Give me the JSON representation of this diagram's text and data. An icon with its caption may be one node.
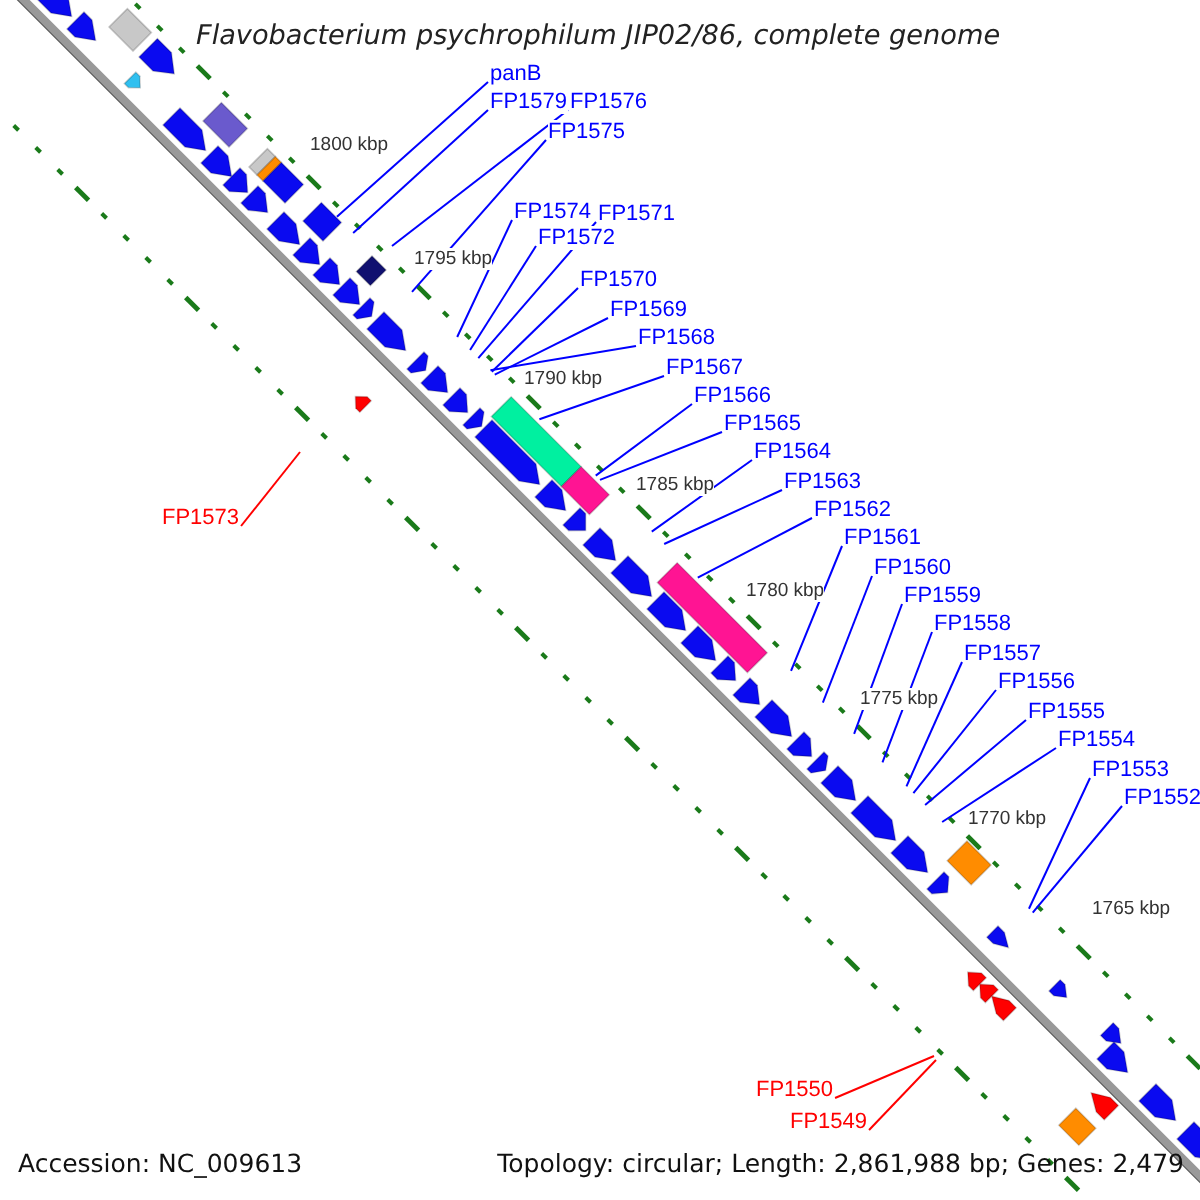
{
  "diagram": {
    "title": "Flavobacterium psychrophilum JIP02/86, complete genome",
    "nodes": [
      {
        "text": [
          "panB"
        ]
      },
      {
        "text": [
          "FP1579"
        ]
      },
      {
        "text": [
          "FP1576"
        ]
      },
      {
        "text": [
          "FP1575"
        ]
      },
      {
        "text": [
          "FP1574"
        ]
      },
      {
        "text": [
          "FP1571"
        ]
      },
      {
        "text": [
          "FP1572"
        ]
      },
      {
        "text": [
          "FP1570"
        ]
      },
      {
        "text": [
          "FP1569"
        ]
      },
      {
        "text": [
          "FP1568"
        ]
      },
      {
        "text": [
          "FP1567"
        ]
      },
      {
        "text": [
          "FP1566"
        ]
      },
      {
        "text": [
          "FP1565"
        ]
      },
      {
        "text": [
          "FP1564"
        ]
      },
      {
        "text": [
          "FP1563"
        ]
      },
      {
        "text": [
          "FP1562"
        ]
      },
      {
        "text": [
          "FP1573"
        ]
      },
      {
        "text": [
          "FP1561"
        ]
      },
      {
        "text": [
          "FP1560"
        ]
      },
      {
        "text": [
          "FP1559"
        ]
      },
      {
        "text": [
          "FP1558"
        ]
      },
      {
        "text": [
          "FP1557"
        ]
      },
      {
        "text": [
          "FP1556"
        ]
      },
      {
        "text": [
          "FP1555"
        ]
      },
      {
        "text": [
          "FP1554"
        ]
      },
      {
        "text": [
          "FP1553"
        ]
      },
      {
        "text": [
          "FP1552"
        ]
      },
      {
        "text": [
          "FP1550"
        ]
      },
      {
        "text": [
          "FP1549"
        ]
      }
    ],
    "edges": [
      {
        "from": 0,
        "to": null,
        "arrow": "none"
      },
      {
        "from": 1,
        "to": null,
        "arrow": "none"
      },
      {
        "from": 2,
        "to": null,
        "arrow": "none"
      },
      {
        "from": 3,
        "to": null,
        "arrow": "none"
      },
      {
        "from": 4,
        "to": null,
        "arrow": "none"
      },
      {
        "from": 5,
        "to": null,
        "arrow": "none"
      },
      {
        "from": 6,
        "to": null,
        "arrow": "none"
      },
      {
        "from": 7,
        "to": null,
        "arrow": "none"
      },
      {
        "from": 8,
        "to": null,
        "arrow": "none"
      },
      {
        "from": 9,
        "to": null,
        "arrow": "none"
      },
      {
        "from": 10,
        "to": null,
        "arrow": "none"
      },
      {
        "from": 11,
        "to": null,
        "arrow": "none"
      },
      {
        "from": 12,
        "to": null,
        "arrow": "none"
      },
      {
        "from": 13,
        "to": null,
        "arrow": "none"
      },
      {
        "from": 14,
        "to": null,
        "arrow": "none"
      },
      {
        "from": 15,
        "to": null,
        "arrow": "none"
      },
      {
        "from": 16,
        "to": null,
        "arrow": "none",
        "color": "#ff0000"
      },
      {
        "from": 17,
        "to": null,
        "arrow": "none"
      },
      {
        "from": 18,
        "to": null,
        "arrow": "none"
      },
      {
        "from": 19,
        "to": null,
        "arrow": "none"
      },
      {
        "from": 20,
        "to": null,
        "arrow": "none"
      },
      {
        "from": 21,
        "to": null,
        "arrow": "none"
      },
      {
        "from": 22,
        "to": null,
        "arrow": "none"
      },
      {
        "from": 23,
        "to": null,
        "arrow": "none"
      },
      {
        "from": 24,
        "to": null,
        "arrow": "none"
      },
      {
        "from": 25,
        "to": null,
        "arrow": "none"
      },
      {
        "from": 26,
        "to": null,
        "arrow": "none"
      },
      {
        "from": 27,
        "to": null,
        "arrow": "none",
        "color": "#ff0000"
      },
      {
        "from": 28,
        "to": null,
        "arrow": "none",
        "color": "#ff0000"
      }
    ],
    "labels": [
      "1800 kbp",
      "1795 kbp",
      "1790 kbp",
      "1785 kbp",
      "1780 kbp",
      "1775 kbp",
      "1770 kbp",
      "1765 kbp",
      "Accession: NC_009613",
      "Topology: circular; Length: 2,861,988 bp; Genes: 2,479"
    ]
  }
}
